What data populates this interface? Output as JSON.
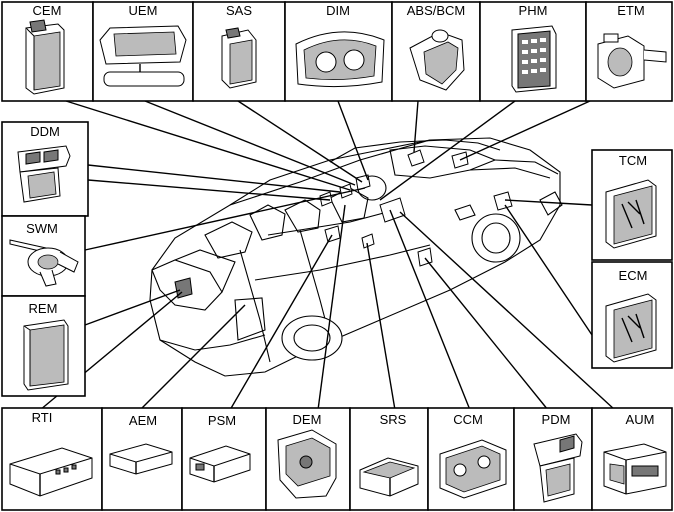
{
  "modules": {
    "cem": "CEM",
    "uem": "UEM",
    "sas": "SAS",
    "dim": "DIM",
    "abs_bcm": "ABS/BCM",
    "phm": "PHM",
    "etm": "ETM",
    "ddm": "DDM",
    "tcm": "TCM",
    "swm": "SWM",
    "ecm": "ECM",
    "rem": "REM",
    "rti": "RTI",
    "aem": "AEM",
    "psm": "PSM",
    "dem": "DEM",
    "srs": "SRS",
    "ccm": "CCM",
    "pdm": "PDM",
    "aum": "AUM"
  }
}
